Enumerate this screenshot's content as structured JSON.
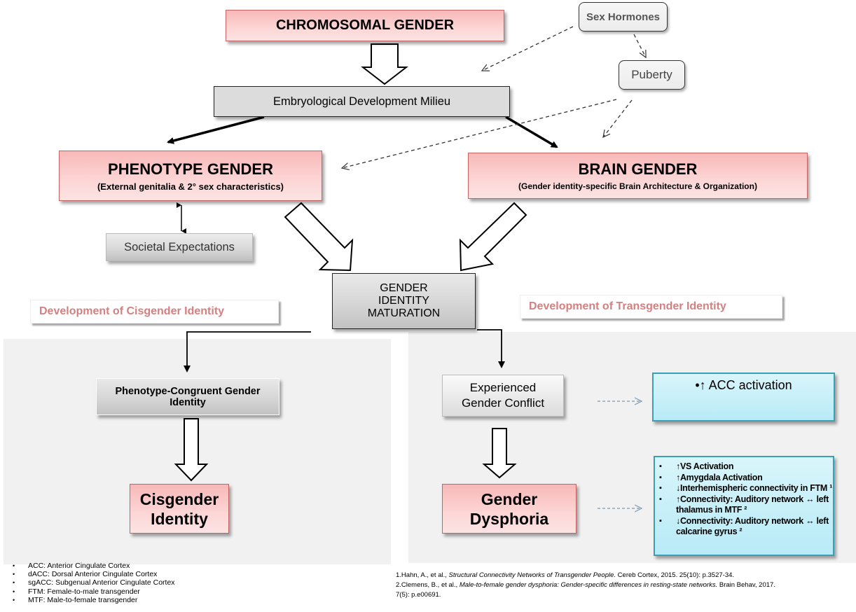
{
  "nodes": {
    "chromosomal": "CHROMOSOMAL GENDER",
    "embryological": "Embryological Development Milieu",
    "sex_hormones": "Sex Hormones",
    "puberty": "Puberty",
    "phenotype_title": "PHENOTYPE  GENDER",
    "phenotype_sub": "(External genitalia & 2°  sex characteristics)",
    "brain_title": "BRAIN  GENDER",
    "brain_sub": "(Gender identity-specific Brain Architecture & Organization)",
    "societal": "Societal Expectations",
    "maturation_l1": "GENDER",
    "maturation_l2": "IDENTITY",
    "maturation_l3": "MATURATION",
    "congruent_l1": "Phenotype-Congruent Gender",
    "congruent_l2": "Identity",
    "cisgender_l1": "Cisgender",
    "cisgender_l2": "Identity",
    "conflict_l1": "Experienced",
    "conflict_l2": "Gender Conflict",
    "dysphoria_l1": "Gender",
    "dysphoria_l2": "Dysphoria"
  },
  "section_labels": {
    "cisgender": "Development of Cisgender Identity",
    "transgender": "Development of Transgender Identity"
  },
  "findings": {
    "acc": "•↑ ACC activation",
    "dysphoria_items": [
      "↑VS Activation",
      "↑Amygdala Activation",
      "↓Interhemispheric connectivity in FTM ¹",
      "↑Connectivity: Auditory network ↔ left thalamus in MTF ²",
      "↓Connectivity: Auditory network  ↔ left calcarine gyrus ²"
    ]
  },
  "abbreviations": [
    "ACC: Anterior Cingulate Cortex",
    "dACC: Dorsal Anterior Cingulate Cortex",
    "sgACC: Subgenual  Anterior Cingulate Cortex",
    "FTM: Female-to-male transgender",
    "MTF: Male-to-female transgender"
  ],
  "references": [
    {
      "prefix": "1.Hahn, A., et al., ",
      "title": "Structural Connectivity Networks  of Transgender People.",
      "suffix": " Cereb Cortex,  2015. 25(10): p.3527-34."
    },
    {
      "prefix": "2.Clemens,  B., et al., ",
      "title": "Male-to-female gender dysphoria: Gender-specific differences in resting-state networks.",
      "suffix": " Brain Behav,  2017. 7(5): p.e00691."
    }
  ],
  "colors": {
    "pink_border": "#c66464",
    "section_label": "#d48080",
    "cyan_border": "#3aa0b8",
    "dashed_arrow_light": "#7f97ad"
  }
}
